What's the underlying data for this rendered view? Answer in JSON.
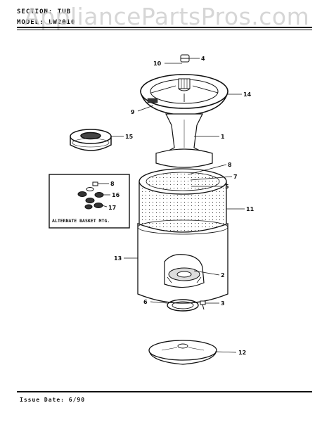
{
  "header": {
    "section_label": "SECTION:",
    "section_value": "TUB",
    "model_label": "MODEL:",
    "model_value": "LW2010"
  },
  "watermark": "AppliancePartsPros.com",
  "inset": {
    "caption": "ALTERNATE BASKET MTG."
  },
  "callouts": [
    "1",
    "2",
    "3",
    "4",
    "5",
    "6",
    "7",
    "8",
    "9",
    "10",
    "11",
    "12",
    "13",
    "14",
    "15",
    "8",
    "16",
    "17"
  ],
  "footer": {
    "issue": "Issue Date: 6/90"
  }
}
